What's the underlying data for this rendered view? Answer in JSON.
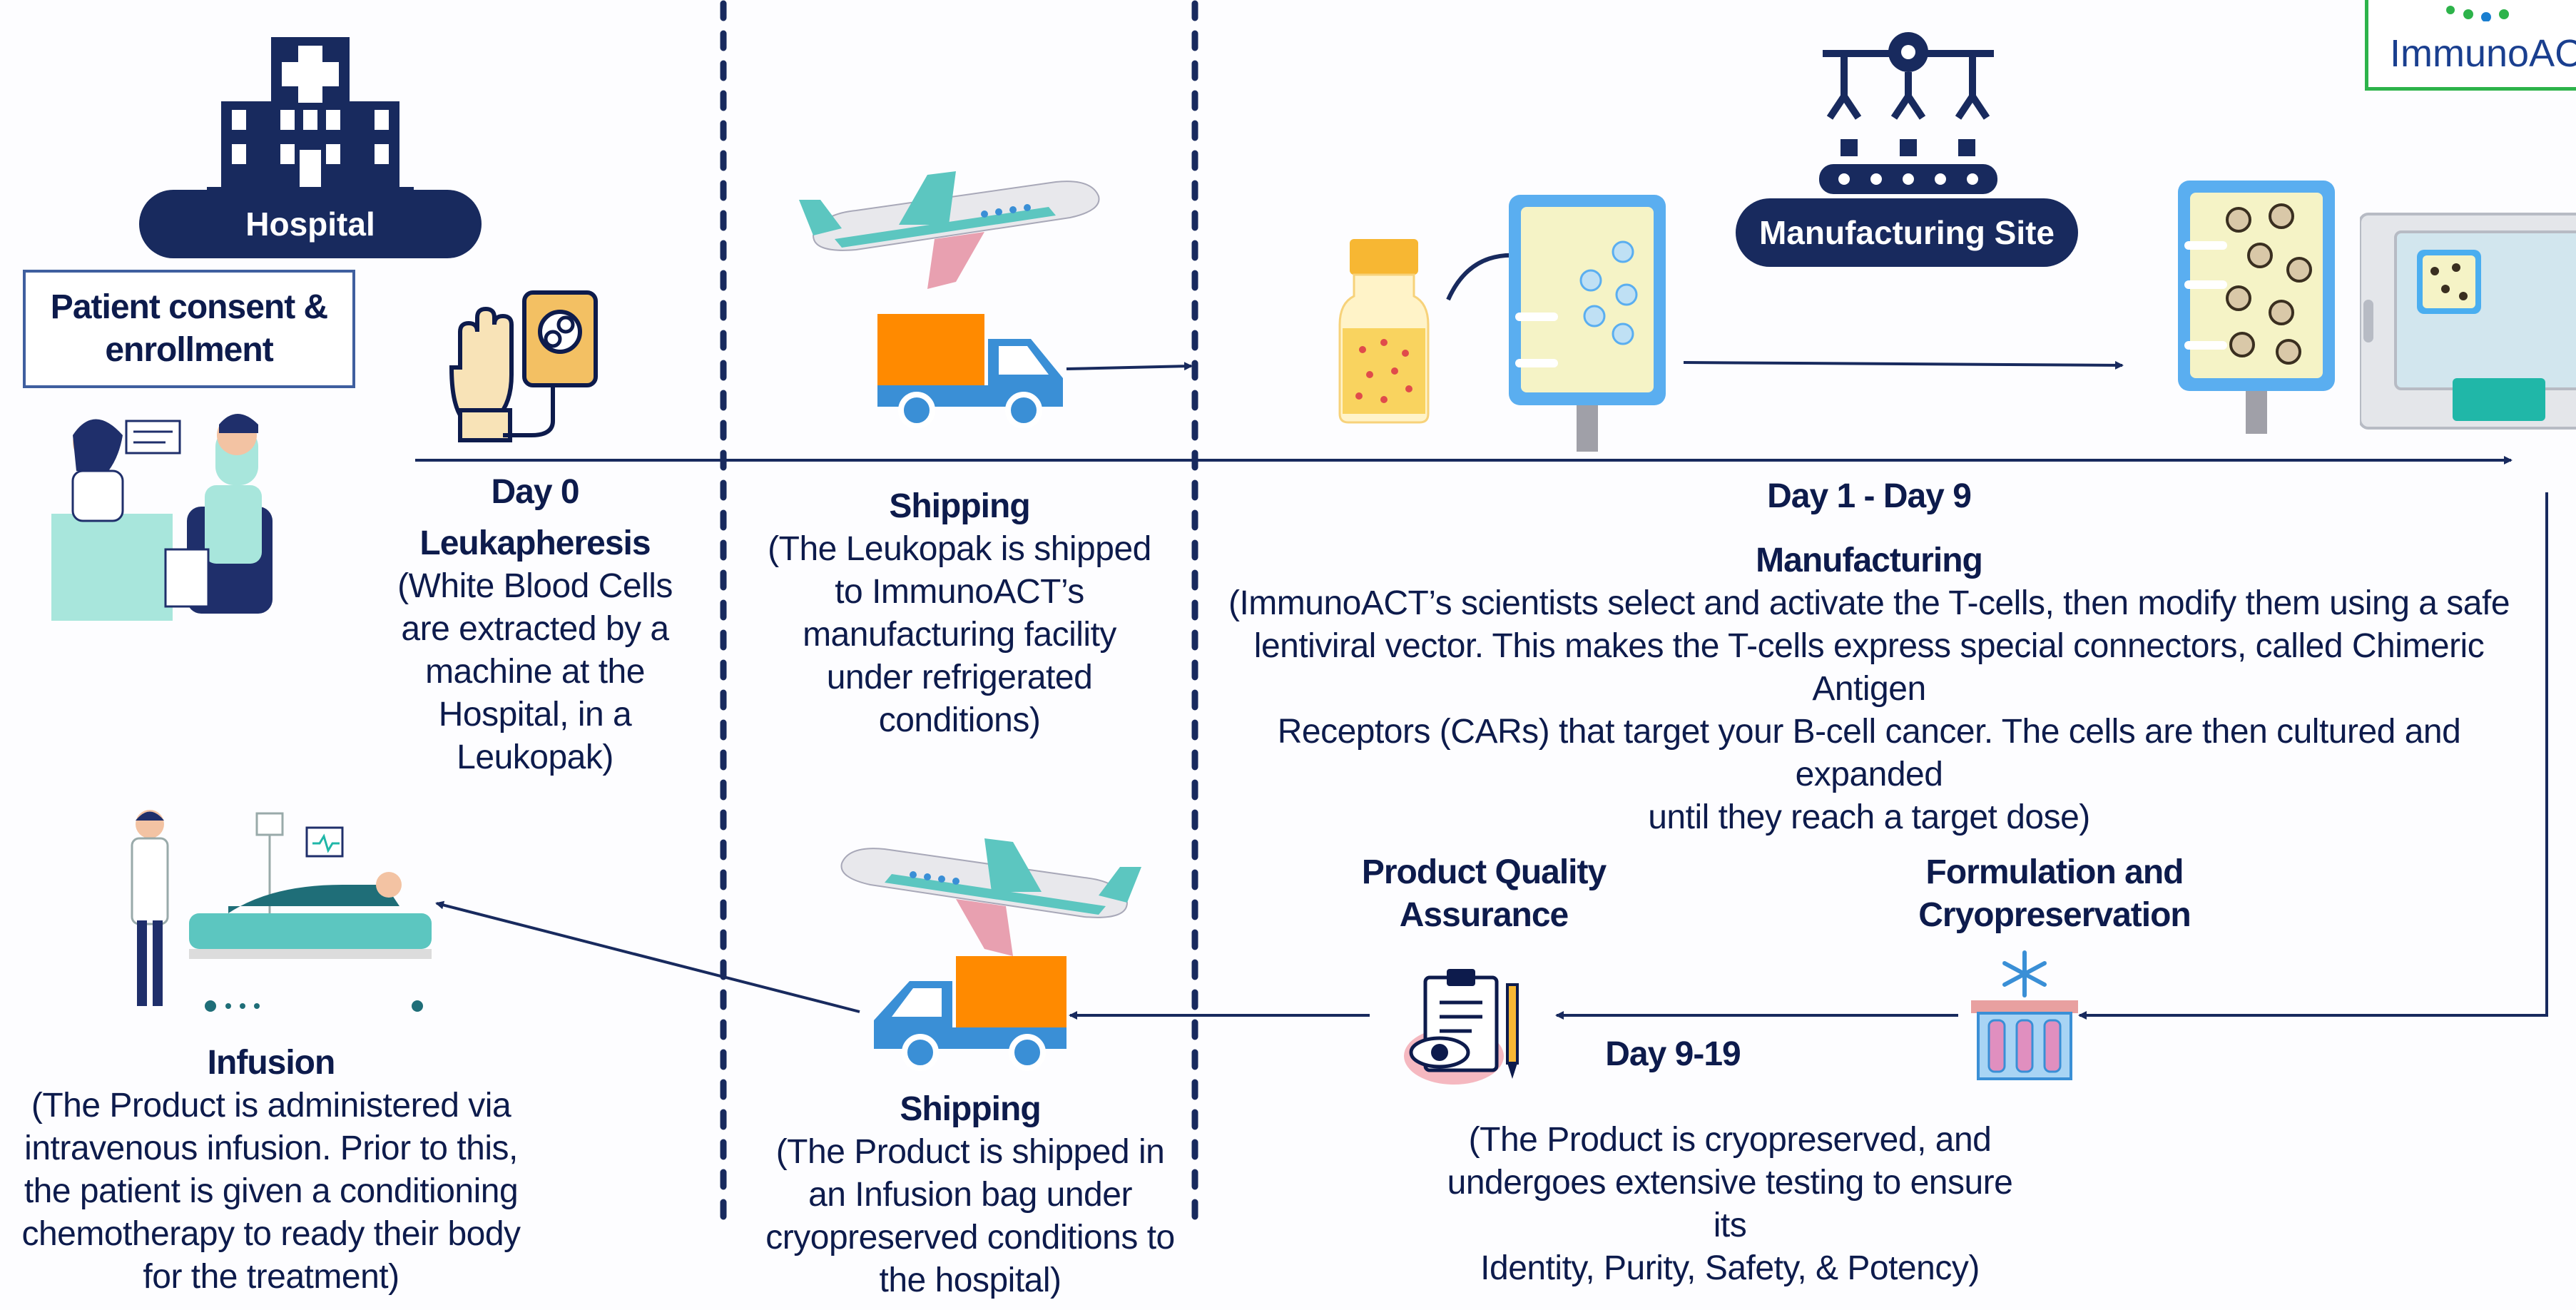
{
  "logo": {
    "text": "ImmunoACT"
  },
  "hospital": {
    "label": "Hospital"
  },
  "consent": {
    "line1": "Patient consent &",
    "line2": "enrollment"
  },
  "day0": {
    "day": "Day 0",
    "title": "Leukapheresis",
    "lines": [
      "(White Blood Cells",
      "are extracted by a",
      "machine at the",
      "Hospital, in a",
      "Leukopak)"
    ]
  },
  "shipping1": {
    "title": "Shipping",
    "lines": [
      "(The Leukopak is shipped",
      "to ImmunoACT’s",
      "manufacturing facility",
      "under refrigerated",
      "conditions)"
    ]
  },
  "manufacturing": {
    "site_label": "Manufacturing Site",
    "day": "Day 1 - Day 9",
    "title": "Manufacturing",
    "lines": [
      "(ImmunoACT’s scientists select and activate the T-cells, then modify them using a safe",
      "lentiviral vector. This makes the T-cells express special connectors, called Chimeric Antigen",
      "Receptors (CARs) that target your B-cell cancer. The cells are then cultured and expanded",
      "until they reach a target dose)"
    ]
  },
  "formulation": {
    "line1": "Formulation and",
    "line2": "Cryopreservation"
  },
  "quality": {
    "line1": "Product Quality",
    "line2": "Assurance"
  },
  "day919": {
    "day": "Day 9-19",
    "lines": [
      "(The Product is cryopreserved, and",
      "undergoes extensive testing to ensure its",
      "Identity, Purity, Safety, & Potency)"
    ]
  },
  "shipping2": {
    "title": "Shipping",
    "lines": [
      "(The Product is shipped in",
      "an Infusion bag under",
      "cryopreserved conditions to",
      "the hospital)"
    ]
  },
  "infusion": {
    "title": "Infusion",
    "lines": [
      "(The Product is administered via",
      "intravenous infusion. Prior to this,",
      "the patient is given a conditioning",
      "chemotherapy to ready their body",
      "for the treatment)"
    ]
  },
  "colors": {
    "navy": "#182a5e",
    "text": "#0d1b4c",
    "teal": "#5cc6c0",
    "truck_blue": "#3a8fd6",
    "cargo_orange": "#ff8a00",
    "logo_green": "#2db34a"
  }
}
